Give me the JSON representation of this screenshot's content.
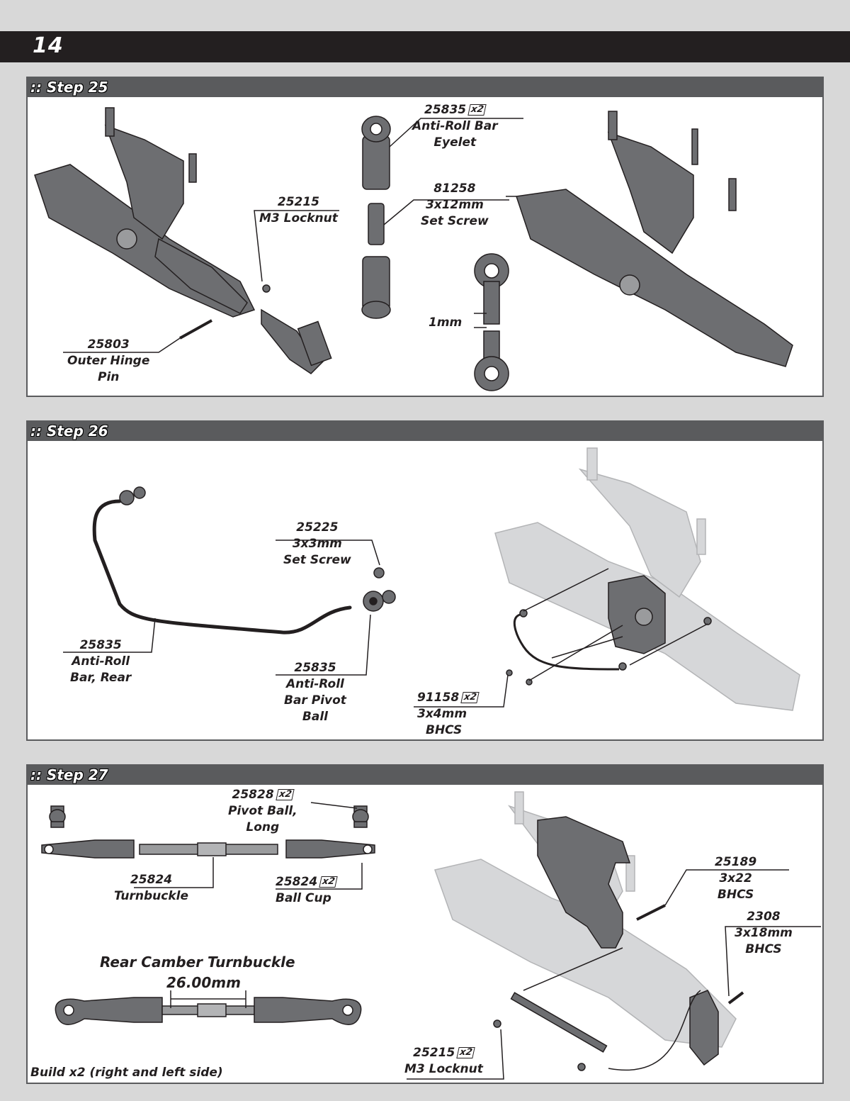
{
  "page": {
    "number": "14"
  },
  "step25": {
    "title": ":: Step 25",
    "eyelet": {
      "part": "25835",
      "qty": "x2",
      "line1": "Anti-Roll Bar",
      "line2": "Eyelet"
    },
    "setscrew": {
      "part": "81258",
      "line1": "3x12mm",
      "line2": "Set Screw"
    },
    "locknut": {
      "part": "25215",
      "line1": "M3 Locknut"
    },
    "hinge_pin": {
      "part": "25803",
      "line1": "Outer Hinge",
      "line2": "Pin"
    },
    "gap": "1mm"
  },
  "step26": {
    "title": ":: Step 26",
    "setscrew": {
      "part": "25225",
      "line1": "3x3mm",
      "line2": "Set Screw"
    },
    "bar": {
      "part": "25835",
      "line1": "Anti-Roll",
      "line2": "Bar, Rear"
    },
    "pivot_ball": {
      "part": "25835",
      "line1": "Anti-Roll",
      "line2": "Bar Pivot",
      "line3": "Ball"
    },
    "bhcs": {
      "part": "91158",
      "qty": "x2",
      "line1": "3x4mm",
      "line2": "BHCS"
    }
  },
  "step27": {
    "title": ":: Step 27",
    "pivot_ball": {
      "part": "25828",
      "qty": "x2",
      "line1": "Pivot Ball,",
      "line2": "Long"
    },
    "turnbuckle": {
      "part": "25824",
      "line1": "Turnbuckle"
    },
    "ball_cup": {
      "part": "25824",
      "qty": "x2",
      "line1": "Ball Cup"
    },
    "bhcs22": {
      "part": "25189",
      "line1": "3x22",
      "line2": "BHCS"
    },
    "bhcs18": {
      "part": "2308",
      "line1": "3x18mm",
      "line2": "BHCS"
    },
    "locknut": {
      "part": "25215",
      "qty": "x2",
      "line1": "M3 Locknut"
    },
    "camber_title": "Rear Camber Turnbuckle",
    "camber_length": "26.00mm",
    "build_note": "Build x2 (right and left side)"
  }
}
